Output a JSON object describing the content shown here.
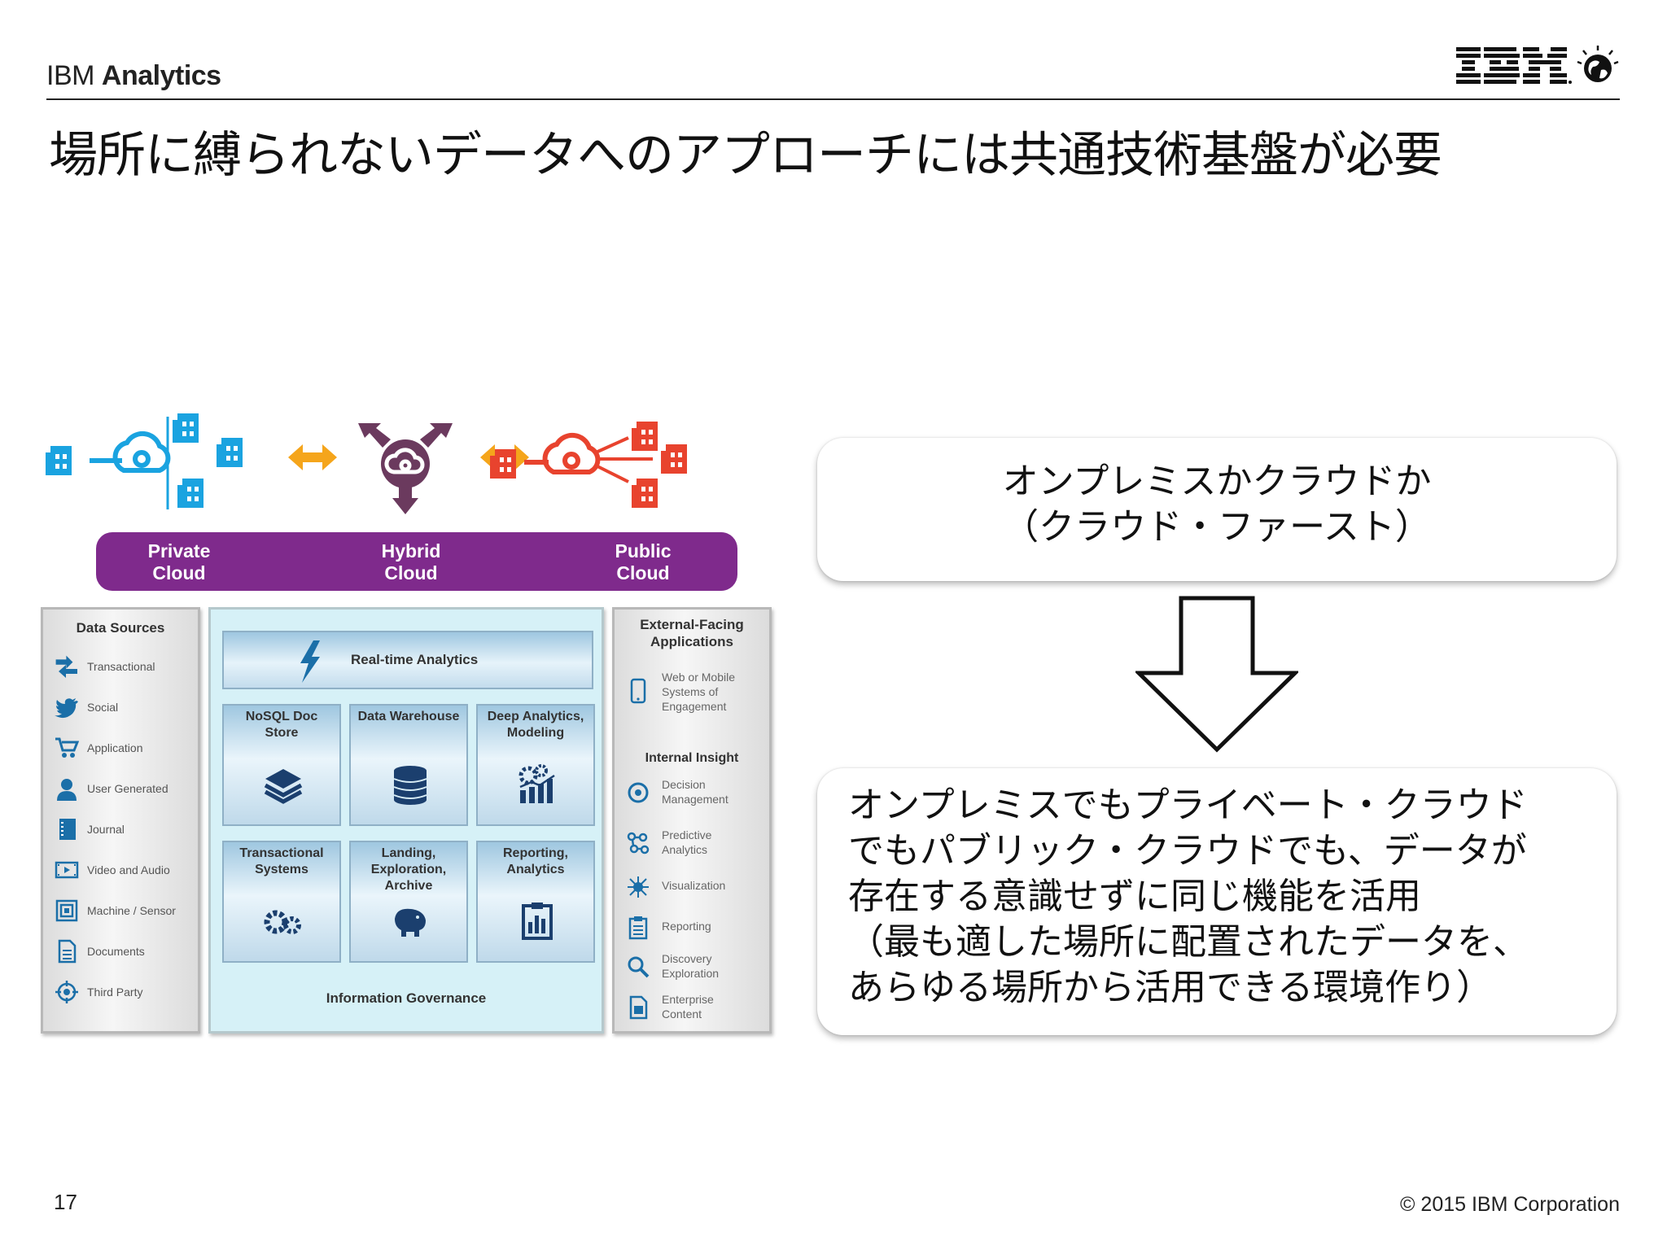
{
  "header": {
    "brand_prefix": "IBM",
    "brand_bold": "Analytics",
    "logo_text": "IBM"
  },
  "title": "場所に縛られないデータへのアプローチには共通技術基盤が必要",
  "diagram": {
    "clouds": [
      "Private\nCloud",
      "Hybrid\nCloud",
      "Public\nCloud"
    ],
    "left_panel": {
      "heading": "Data Sources",
      "items": [
        {
          "label": "Transactional",
          "icon": "transactional-icon"
        },
        {
          "label": "Social",
          "icon": "twitter-bird-icon"
        },
        {
          "label": "Application",
          "icon": "cart-icon"
        },
        {
          "label": "User Generated",
          "icon": "user-icon"
        },
        {
          "label": "Journal",
          "icon": "journal-icon"
        },
        {
          "label": "Video and Audio",
          "icon": "film-icon"
        },
        {
          "label": "Machine / Sensor",
          "icon": "sensor-icon"
        },
        {
          "label": "Documents",
          "icon": "document-icon"
        },
        {
          "label": "Third Party",
          "icon": "crosshair-icon"
        }
      ]
    },
    "center_panel": {
      "realtime": "Real-time Analytics",
      "tiles": [
        {
          "label": "NoSQL Doc\nStore",
          "icon": "layers-icon"
        },
        {
          "label": "Data Warehouse",
          "icon": "database-icon"
        },
        {
          "label": "Deep Analytics,\nModeling",
          "icon": "gears-chart-icon"
        },
        {
          "label": "Transactional\nSystems",
          "icon": "gears-icon"
        },
        {
          "label": "Landing,\nExploration,\nArchive",
          "icon": "hadoop-elephant-icon"
        },
        {
          "label": "Reporting,\nAnalytics",
          "icon": "report-chart-icon"
        }
      ],
      "governance": "Information Governance"
    },
    "right_panel": {
      "heading": "External-Facing\nApplications",
      "items": [
        {
          "label": "Web or Mobile\nSystems of\nEngagement",
          "icon": "mobile-icon"
        }
      ],
      "subheading": "Internal Insight",
      "insight_items": [
        {
          "label": "Decision\nManagement",
          "icon": "decision-icon"
        },
        {
          "label": "Predictive\nAnalytics",
          "icon": "predictive-icon"
        },
        {
          "label": "Visualization",
          "icon": "visualization-icon"
        },
        {
          "label": "Reporting",
          "icon": "clipboard-icon"
        },
        {
          "label": "Discovery\nExploration",
          "icon": "magnifier-icon"
        },
        {
          "label": "Enterprise\nContent",
          "icon": "content-icon"
        }
      ]
    }
  },
  "box_top": "オンプレミスかクラウドか\n（クラウド・ファースト）",
  "box_bottom": "オンプレミスでもプライベート・クラウド\nでもパブリック・クラウドでも、データが\n存在する意識せずに同じ機能を活用\n（最も適した場所に配置されたデータを、\nあらゆる場所から活用できる環境作り）",
  "footer": {
    "page_number": "17",
    "copyright": "© 2015 IBM Corporation"
  },
  "colors": {
    "private_blue": "#1aa3e0",
    "hybrid_purple": "#6b3a5e",
    "public_red": "#e8432e",
    "arrow_orange": "#f5a51b",
    "cloud_bar": "#7f2a8c"
  }
}
